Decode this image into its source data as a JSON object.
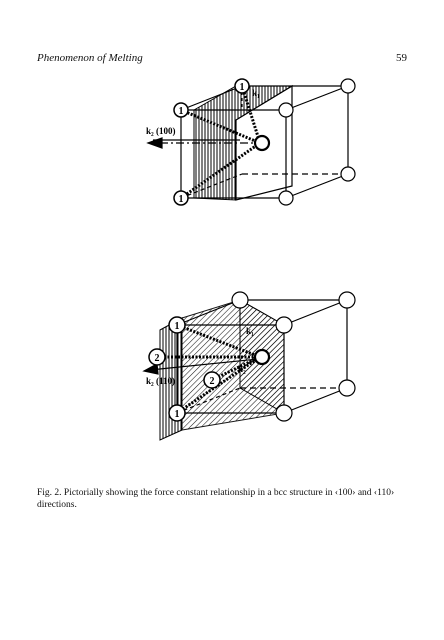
{
  "header": {
    "running_title": "Phenomenon of Melting",
    "page_number": "59"
  },
  "figure_top": {
    "force_vector_label": "k₂ (100)",
    "k1_label": "k₁",
    "atom_labels": [
      "1",
      "1",
      "1"
    ]
  },
  "figure_bottom": {
    "force_vector_label": "k₂ (110)",
    "k1_label": "k₁",
    "k2_label": "k₂",
    "atom_labels": [
      "1",
      "2",
      "2",
      "1"
    ]
  },
  "caption": "Fig. 2. Pictorially showing the force constant relationship in a bcc structure in ‹100› and ‹110› directions."
}
